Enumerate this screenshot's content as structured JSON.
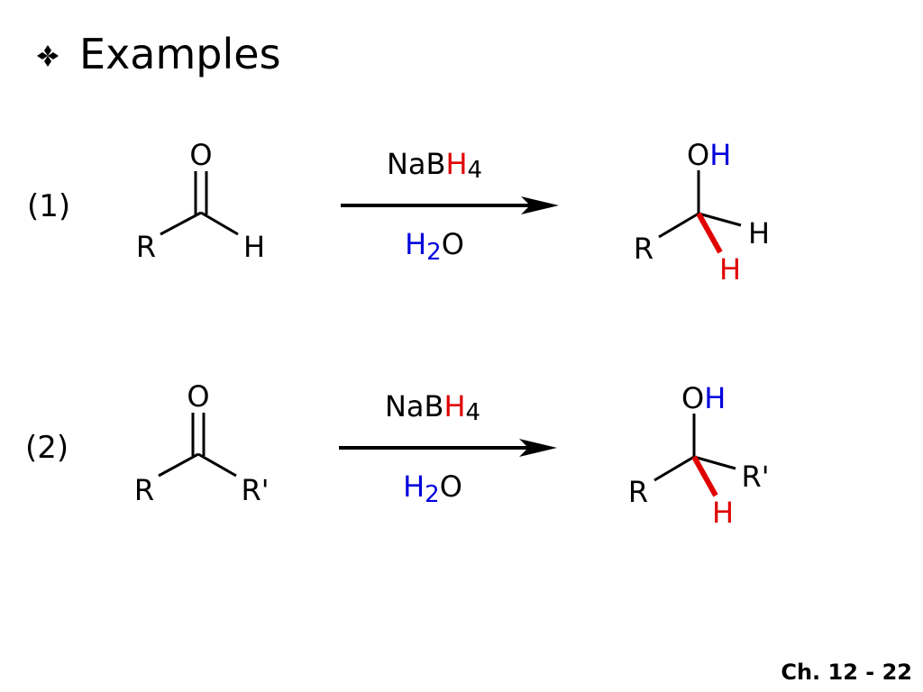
{
  "slide": {
    "title": "Examples",
    "footer": "Ch. 12 - 22",
    "bullet_icon": "four-diamond-bullet-icon"
  },
  "colors": {
    "text": "#000000",
    "hydride_red": "#e00000",
    "water_blue": "#0000dd"
  },
  "reactions": [
    {
      "number": "(1)",
      "reactant": {
        "top": "O",
        "left": "R",
        "right": "H"
      },
      "reagent_top": {
        "main": "NaB",
        "highlight": "H",
        "sub": "4"
      },
      "reagent_bottom": {
        "h": "H",
        "sub": "2",
        "o": "O"
      },
      "product": {
        "o": "O",
        "oh_h": "H",
        "left": "R",
        "right": "H",
        "new_h": "H"
      }
    },
    {
      "number": "(2)",
      "reactant": {
        "top": "O",
        "left": "R",
        "right": "R'"
      },
      "reagent_top": {
        "main": "NaB",
        "highlight": "H",
        "sub": "4"
      },
      "reagent_bottom": {
        "h": "H",
        "sub": "2",
        "o": "O"
      },
      "product": {
        "o": "O",
        "oh_h": "H",
        "left": "R",
        "right": "R'",
        "new_h": "H"
      }
    }
  ]
}
